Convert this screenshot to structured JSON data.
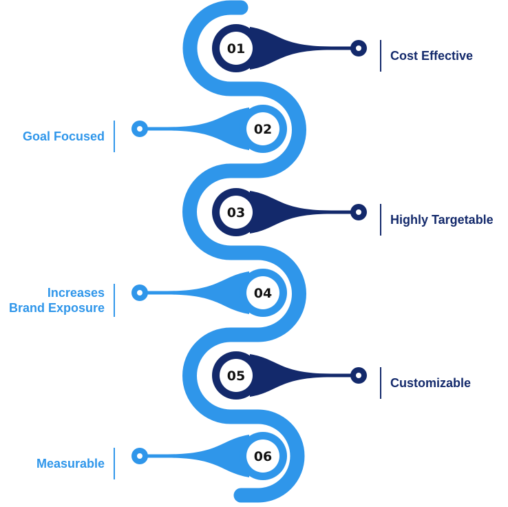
{
  "colors": {
    "light": "#2f96ea",
    "dark": "#13296b",
    "white": "#ffffff"
  },
  "steps": [
    {
      "number": "01",
      "lines": [
        "Cost Effective"
      ],
      "tone": "dark"
    },
    {
      "number": "02",
      "lines": [
        "Goal Focused"
      ],
      "tone": "light"
    },
    {
      "number": "03",
      "lines": [
        "Highly Targetable"
      ],
      "tone": "dark"
    },
    {
      "number": "04",
      "lines": [
        "Increases",
        "Brand Exposure"
      ],
      "tone": "light"
    },
    {
      "number": "05",
      "lines": [
        "Customizable"
      ],
      "tone": "dark"
    },
    {
      "number": "06",
      "lines": [
        "Measurable"
      ],
      "tone": "light"
    }
  ]
}
